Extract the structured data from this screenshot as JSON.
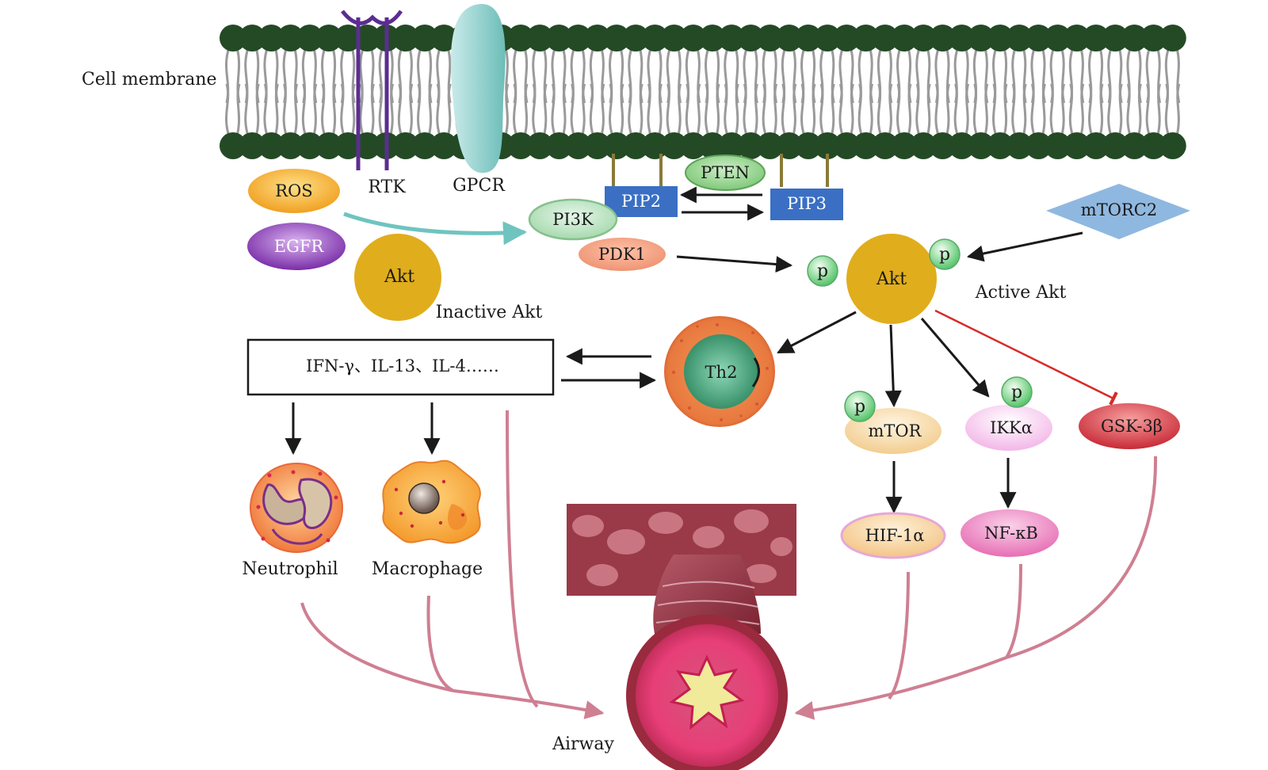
{
  "membrane": {
    "label": "Cell membrane"
  },
  "receptors": {
    "rtk": "RTK",
    "gpcr": "GPCR"
  },
  "nodes": {
    "ros": "ROS",
    "egfr": "EGFR",
    "pi3k": "PI3K",
    "pip2": "PIP2",
    "pip3": "PIP3",
    "pten": "PTEN",
    "pdk1": "PDK1",
    "mtorc2": "mTORC2",
    "akt_inactive": "Akt",
    "akt_active": "Akt",
    "phospho": "p",
    "th2": "Th2",
    "cytokines": "IFN-γ、IL-13、IL-4……",
    "mtor": "mTOR",
    "ikka": "IKKα",
    "gsk3b": "GSK-3β",
    "hif1a": "HIF-1α",
    "nfkb": "NF-κB"
  },
  "labels": {
    "inactive_akt": "Inactive Akt",
    "active_akt": "Active Akt",
    "neutrophil": "Neutrophil",
    "macrophage": "Macrophage",
    "airway": "Airway"
  },
  "colors": {
    "lipid_head": "#234a25",
    "lipid_tail": "#9a9a9a",
    "rtk": "#5b2d91",
    "gpcr": "#7fc9c6",
    "akt": "#e0ad1c",
    "pip": "#3a6fc4",
    "mtorc2": "#8fb8e0",
    "pi3k_arrow": "#6fc4c0",
    "curve": "#cf7f92",
    "inhibit": "#d82a2a"
  }
}
